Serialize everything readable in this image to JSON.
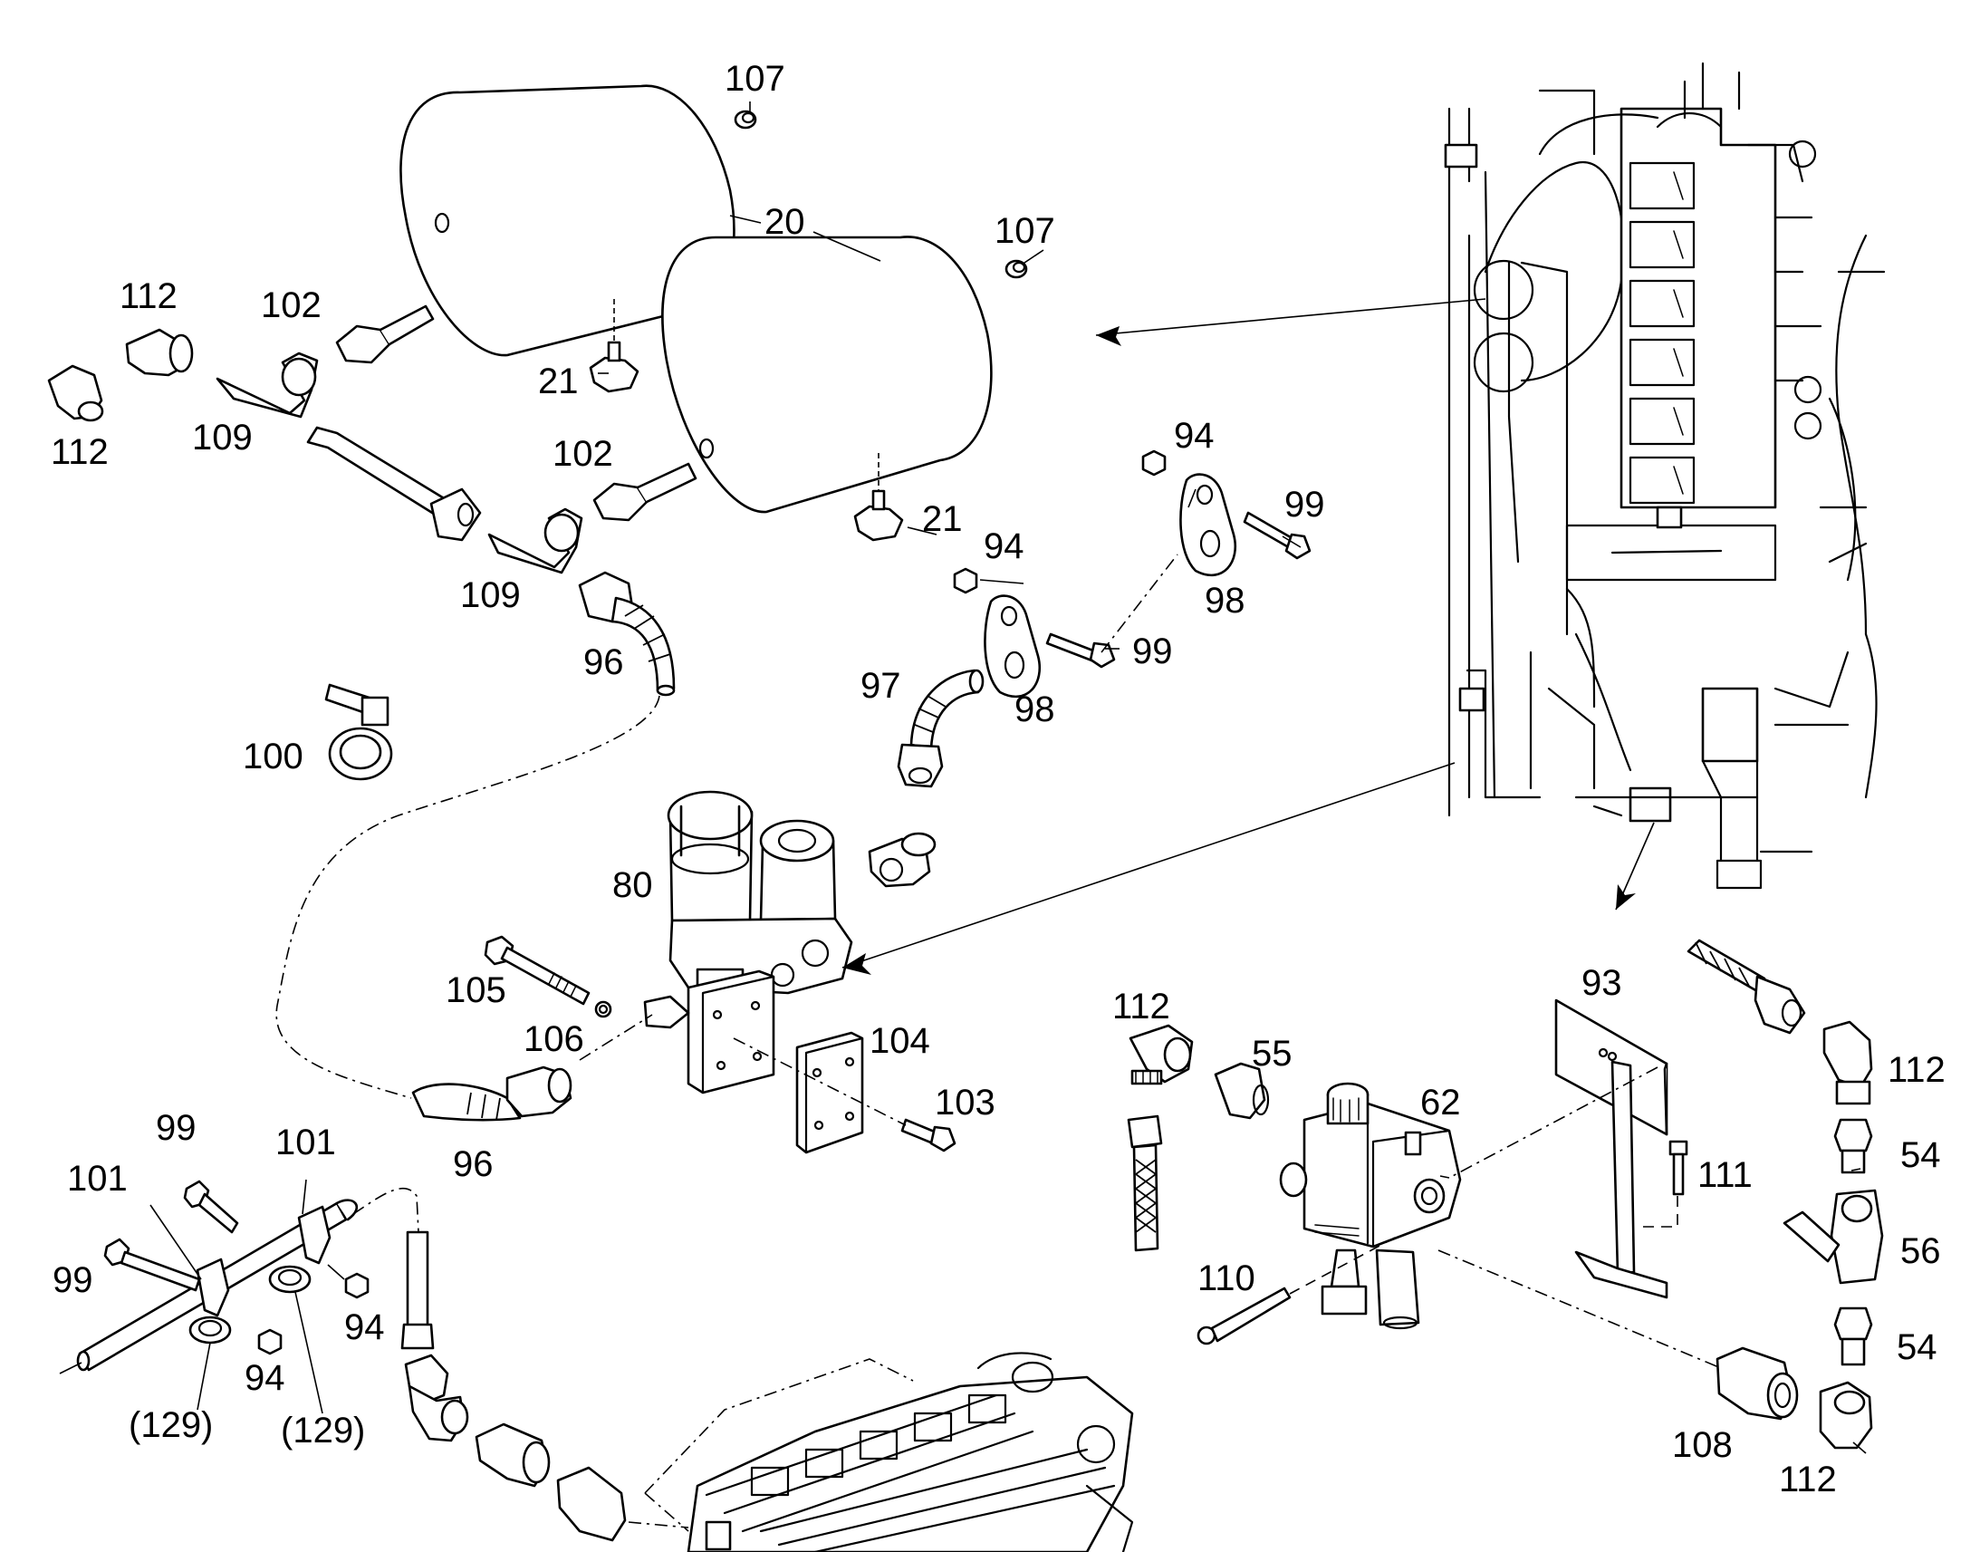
{
  "labels": {
    "l107a": "107",
    "l107b": "107",
    "l20": "20",
    "l102a": "102",
    "l102b": "102",
    "l112a": "112",
    "l112b": "112",
    "l109a": "109",
    "l109b": "109",
    "l21a": "21",
    "l21b": "21",
    "l94a": "94",
    "l94b": "94",
    "l99a": "99",
    "l99b": "99",
    "l98a": "98",
    "l98b": "98",
    "l96a": "96",
    "l96b": "96",
    "l97": "97",
    "l100": "100",
    "l80": "80",
    "l105": "105",
    "l106": "106",
    "l104": "104",
    "l103": "103",
    "l93": "93",
    "l112c": "112",
    "l55": "55",
    "l62": "62",
    "l112d": "112",
    "l54a": "54",
    "l111": "111",
    "l56": "56",
    "l110": "110",
    "l54b": "54",
    "l108": "108",
    "l112e": "112",
    "l99c": "99",
    "l101a": "101",
    "l101b": "101",
    "l99d": "99",
    "l94c": "94",
    "l94d": "94",
    "l129a": "(129)",
    "l129b": "(129)"
  }
}
